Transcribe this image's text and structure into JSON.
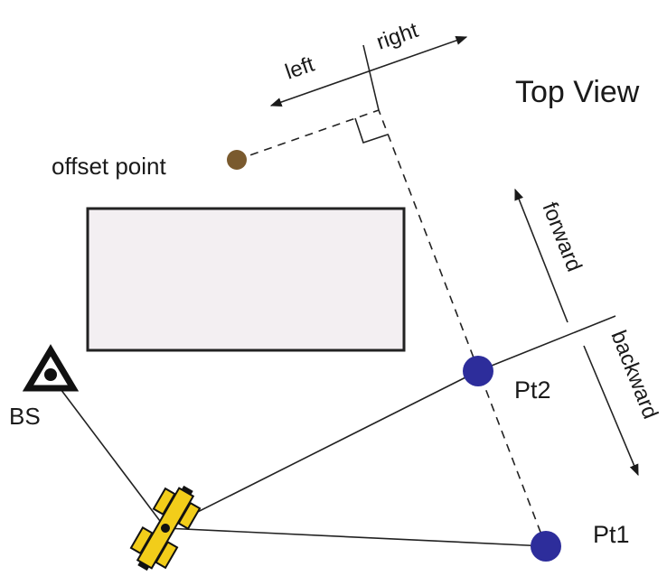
{
  "title": "Top View",
  "labels": {
    "offset_point": "offset point",
    "left": "left",
    "right": "right",
    "forward": "forward",
    "backward": "backward",
    "base_station": "BS",
    "point2": "Pt2",
    "point1": "Pt1"
  },
  "colors": {
    "survey_point": "#2d2d9b",
    "offset_point": "#7a5a2e",
    "obstacle_fill": "#f3eff2",
    "instrument": "#f2cd1a"
  },
  "icons": {
    "base_station": "triangle-eye-icon",
    "instrument": "satellite-icon"
  }
}
